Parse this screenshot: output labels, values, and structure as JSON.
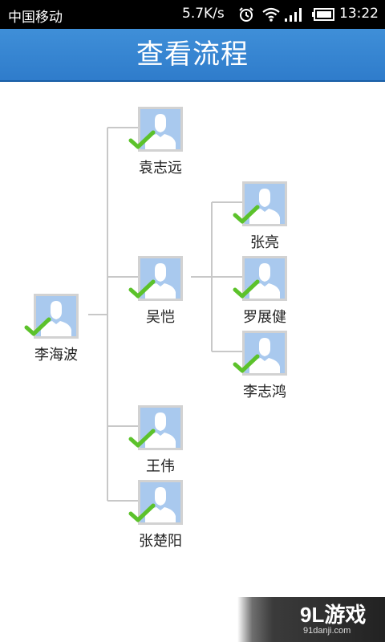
{
  "status_bar": {
    "carrier": "中国移动",
    "speed": "5.7K/s",
    "time": "13:22",
    "icons": [
      "alarm-icon",
      "wifi-icon",
      "signal-icon",
      "battery-icon"
    ]
  },
  "header": {
    "title": "查看流程",
    "bg_color": "#2f7ccb"
  },
  "flow": {
    "root": {
      "name": "李海波",
      "status": "approved"
    },
    "level1": [
      {
        "name": "袁志远",
        "status": "approved"
      },
      {
        "name": "吴恺",
        "status": "approved"
      },
      {
        "name": "王伟",
        "status": "approved"
      },
      {
        "name": "张楚阳",
        "status": "approved"
      }
    ],
    "level2": [
      {
        "name": "张亮",
        "status": "approved"
      },
      {
        "name": "罗展健",
        "status": "approved"
      },
      {
        "name": "李志鸿",
        "status": "approved"
      }
    ],
    "check_color": "#5cc22b",
    "avatar_color": "#a9c9ee"
  },
  "watermark": {
    "text": "9L游戏",
    "url": "91danji.com"
  }
}
